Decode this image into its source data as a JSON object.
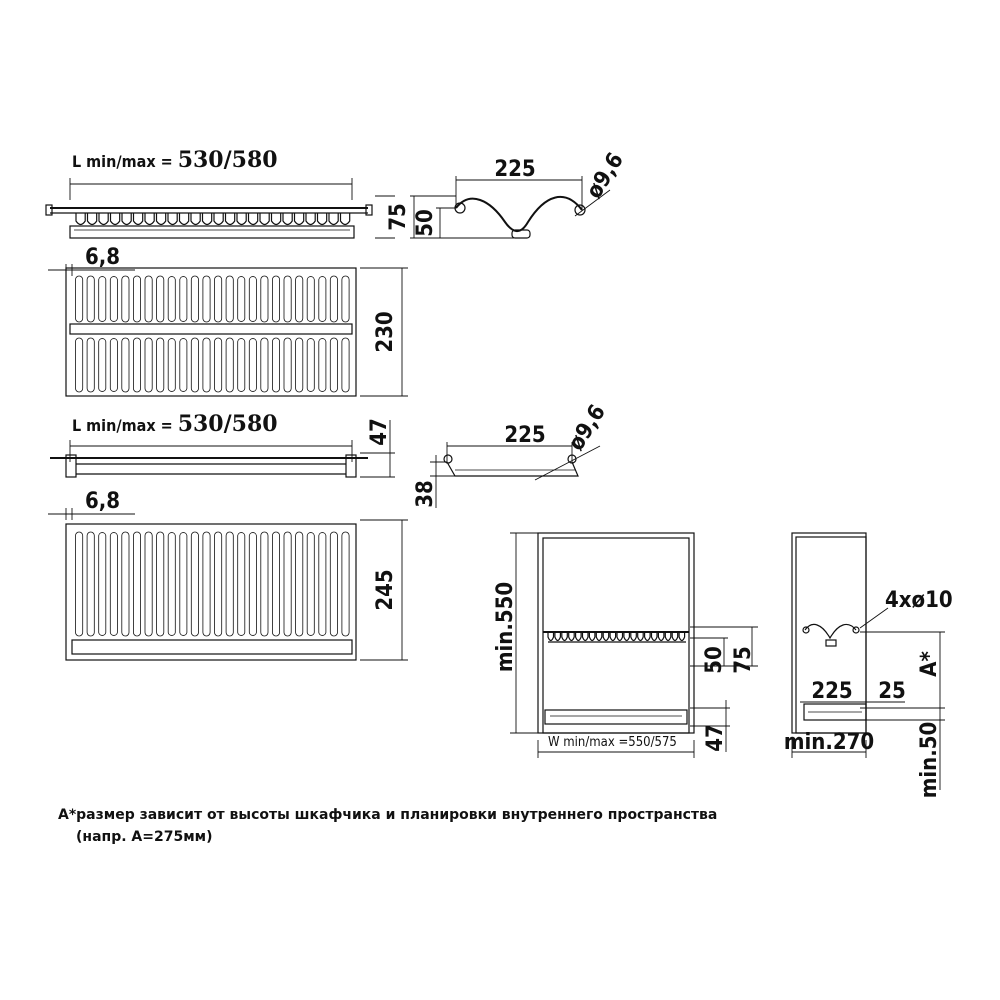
{
  "top_rack_front": {
    "length_label_prefix": "L min/max = ",
    "length_label_value": "530/580",
    "depth": "75",
    "wire_gap": "6,8"
  },
  "top_rack_side": {
    "width": "225",
    "wire_diameter": "ø9,6",
    "height_inner": "50",
    "height_outer": "75"
  },
  "top_rack_plan": {
    "depth": "230",
    "wire_gap": "6,8"
  },
  "bottom_rack_front": {
    "length_label_prefix": "L min/max = ",
    "length_label_value": "530/580",
    "height": "47"
  },
  "bottom_rack_side": {
    "width": "225",
    "wire_diameter": "ø9,6",
    "height": "38"
  },
  "bottom_rack_plan": {
    "depth": "245",
    "wire_gap": "6,8"
  },
  "cabinet_front": {
    "height_min": "min.550",
    "width_label": "W min/max =550/575",
    "top_rack_h1": "50",
    "top_rack_h2": "75",
    "bottom_rack_h": "47"
  },
  "cabinet_side": {
    "holes": "4xø10",
    "variable": "A*",
    "depth_rack": "225",
    "offset": "25",
    "depth_min": "min.270",
    "height_min": "min.50"
  },
  "footnote": {
    "line1": "А*размер зависит от высоты шкафчика и планировки внутреннего пространства",
    "line2": "(напр. А=275мм)"
  }
}
